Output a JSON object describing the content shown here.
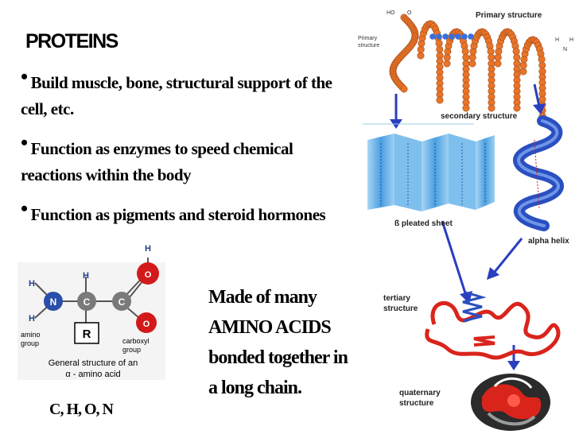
{
  "slide": {
    "title": "PROTEINS",
    "bullets": [
      {
        "marker": "•",
        "text": "Build muscle, bone, structural support of the cell, etc."
      },
      {
        "marker": "•",
        "text": "Function as enzymes to speed chemical reactions within the body"
      },
      {
        "marker": "•",
        "text": "Function as pigments and steroid hormones"
      }
    ],
    "made_of": "Made of many AMINO ACIDS bonded together in a long chain.",
    "elements": "C, H, O, N"
  },
  "amino_acid_diagram": {
    "atom_h1": "H",
    "atom_h2": "H",
    "atom_h3": "H",
    "atom_h4": "H",
    "atom_n": "N",
    "atom_c1": "C",
    "atom_c2": "C",
    "atom_o1": "O",
    "atom_o2": "O",
    "r_group": "R",
    "amino_label_1": "amino",
    "amino_label_2": "group",
    "carboxyl_label_1": "carboxyl",
    "carboxyl_label_2": "group",
    "caption_1": "General structure of an",
    "caption_2": "α - amino acid",
    "colors": {
      "nitrogen": "#2a4fa8",
      "carbon": "#7a7a7a",
      "oxygen": "#d21a1a",
      "hydrogen": "#1e3f8f"
    }
  },
  "protein_structure_diagram": {
    "primary_label": "Primary structure",
    "primary_side_1": "Primary",
    "primary_side_2": "structure",
    "ho_label": "HO",
    "o_label": "O",
    "h_label_1": "H",
    "h_label_2": "H",
    "n_label": "N",
    "secondary_label": "secondary structure",
    "beta_label": "ß pleated sheet",
    "alpha_label": "alpha helix",
    "tertiary_label_1": "tertiary",
    "tertiary_label_2": "structure",
    "quaternary_label_1": "quaternary",
    "quaternary_label_2": "structure",
    "colors": {
      "bead_orange": "#e8742a",
      "bead_blue": "#3a6fd8",
      "sheet": "#5aa8e0",
      "helix": "#2a4fc0",
      "tertiary": "#d9241c",
      "arrow": "#2a3fbf"
    }
  }
}
